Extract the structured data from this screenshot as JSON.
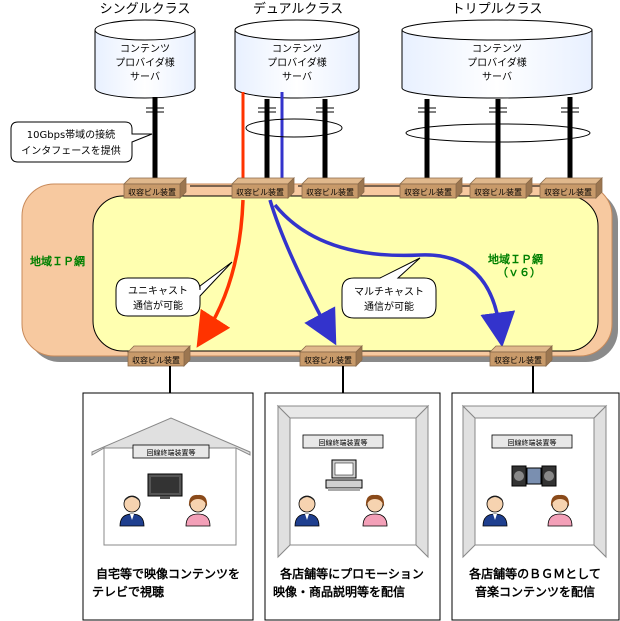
{
  "tiers": [
    {
      "label": "シングルクラス"
    },
    {
      "label": "デュアルクラス"
    },
    {
      "label": "トリプルクラス"
    }
  ],
  "servers": [
    {
      "lines": [
        "コンテンツ",
        "プロバイダ様",
        "サーバ"
      ]
    },
    {
      "lines": [
        "コンテンツ",
        "プロバイダ様",
        "サーバ"
      ]
    },
    {
      "lines": [
        "コンテンツ",
        "プロバイダ様",
        "サーバ"
      ]
    }
  ],
  "interface_callout": {
    "lines": [
      "10Gbps帯域の接続",
      "インタフェースを提供"
    ]
  },
  "device_label": "収容ビル装置",
  "networks": {
    "outer_label": "地域ＩＰ網",
    "inner_label": "地域ＩＰ網",
    "inner_sub": "（ｖ６）"
  },
  "unicast_callout": {
    "lines": [
      "ユニキャスト",
      "通信が可能"
    ]
  },
  "multicast_callout": {
    "lines": [
      "マルチキャスト",
      "通信が可能"
    ]
  },
  "terminal_label": "回線終端装置等",
  "use_cases": [
    {
      "lines": [
        "自宅等で映像コンテンツを",
        "テレビで視聴"
      ]
    },
    {
      "lines": [
        "各店舗等にプロモーション",
        "映像・商品説明等を配信"
      ]
    },
    {
      "lines": [
        "各店舗等のＢＧＭとして",
        "音楽コンテンツを配信"
      ]
    }
  ],
  "colors": {
    "outer_net": "#f7c9a0",
    "inner_net": "#ffffb0",
    "device": "#c89a6a",
    "unicast": "#ff3300",
    "multicast": "#3333cc",
    "label_green": "#008000"
  }
}
